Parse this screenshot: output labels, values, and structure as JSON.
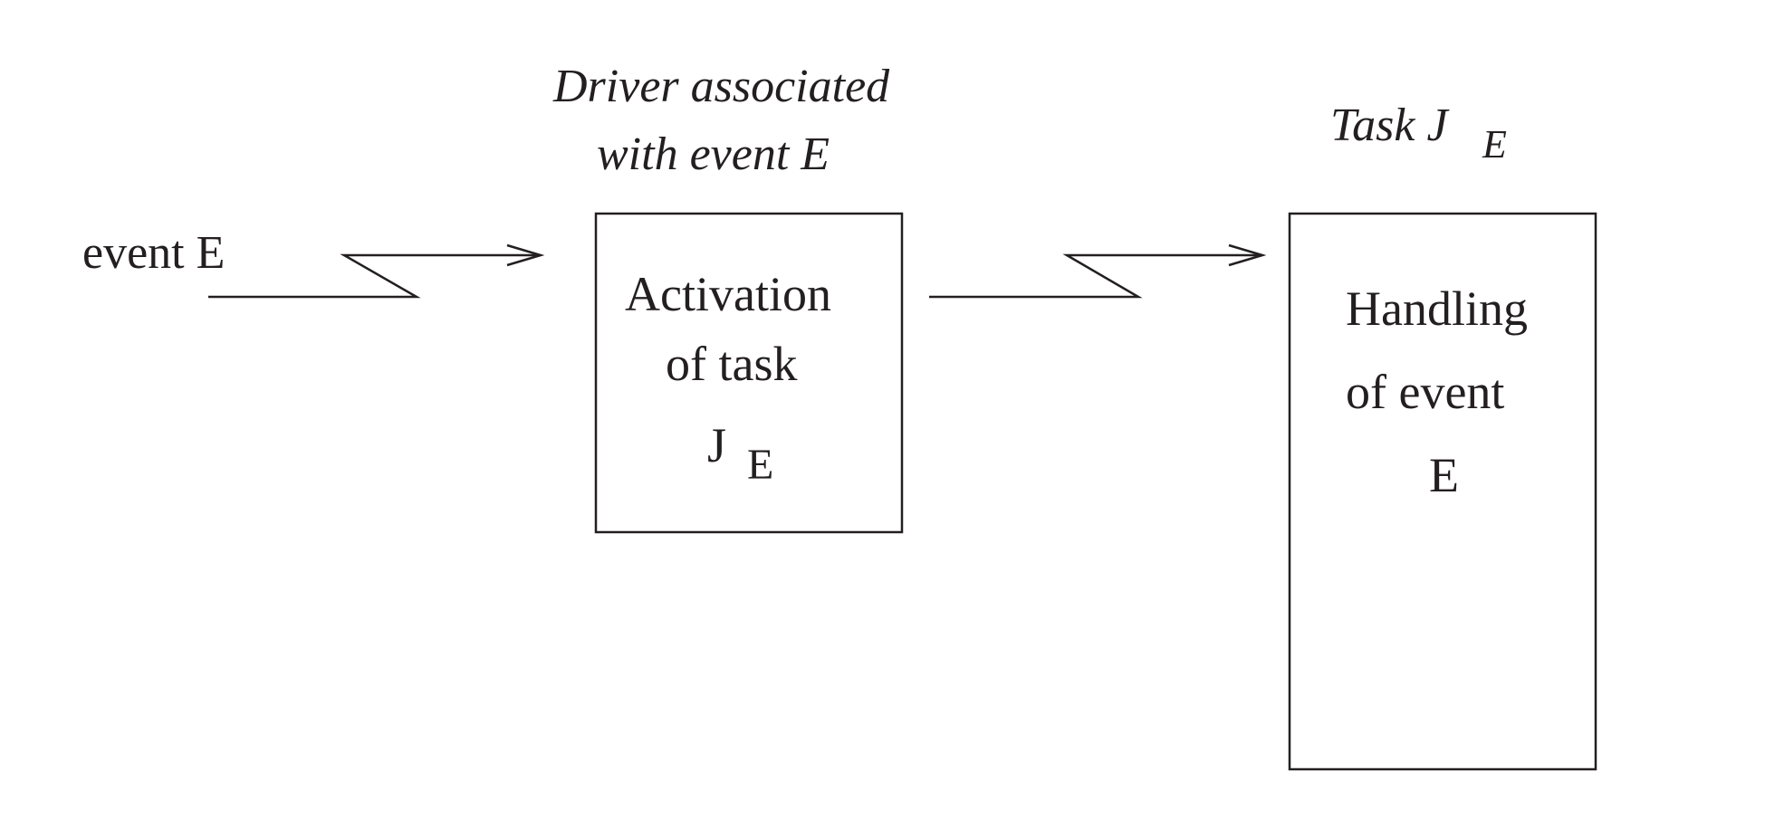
{
  "diagram": {
    "input_label": "event E",
    "driver_title_line1": "Driver associated",
    "driver_title_line2": "with event E",
    "driver_box": {
      "line1": "Activation",
      "line2": "of task",
      "symbol": "J",
      "subscript": "E"
    },
    "task_title": {
      "prefix": "Task J",
      "subscript": "E"
    },
    "task_box": {
      "line1": "Handling",
      "line2": "of event",
      "line3": "E"
    },
    "colors": {
      "ink": "#231f20",
      "background": "#ffffff"
    }
  }
}
